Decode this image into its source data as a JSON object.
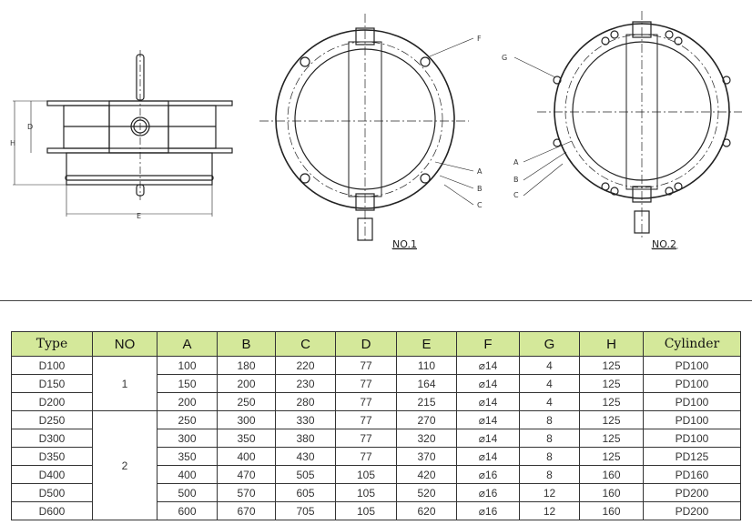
{
  "drawing": {
    "side_labels": {
      "d": "D",
      "h": "H",
      "e": "E"
    },
    "no1": {
      "title": "NO.1",
      "f": "F",
      "a": "A",
      "b": "B",
      "c": "C"
    },
    "no2": {
      "title": "NO.2",
      "g": "G",
      "a": "A",
      "b": "B",
      "c": "C"
    }
  },
  "table": {
    "headers": [
      "Type",
      "NO",
      "A",
      "B",
      "C",
      "D",
      "E",
      "F",
      "G",
      "H",
      "Cylinder"
    ],
    "groups": [
      {
        "no": "1",
        "rows": 3
      },
      {
        "no": "2",
        "rows": 6
      }
    ],
    "rows": [
      [
        "D100",
        "100",
        "180",
        "220",
        "77",
        "110",
        "⌀14",
        "4",
        "125",
        "PD100"
      ],
      [
        "D150",
        "150",
        "200",
        "230",
        "77",
        "164",
        "⌀14",
        "4",
        "125",
        "PD100"
      ],
      [
        "D200",
        "200",
        "250",
        "280",
        "77",
        "215",
        "⌀14",
        "4",
        "125",
        "PD100"
      ],
      [
        "D250",
        "250",
        "300",
        "330",
        "77",
        "270",
        "⌀14",
        "8",
        "125",
        "PD100"
      ],
      [
        "D300",
        "300",
        "350",
        "380",
        "77",
        "320",
        "⌀14",
        "8",
        "125",
        "PD100"
      ],
      [
        "D350",
        "350",
        "400",
        "430",
        "77",
        "370",
        "⌀14",
        "8",
        "125",
        "PD125"
      ],
      [
        "D400",
        "400",
        "470",
        "505",
        "105",
        "420",
        "⌀16",
        "8",
        "160",
        "PD160"
      ],
      [
        "D500",
        "500",
        "570",
        "605",
        "105",
        "520",
        "⌀16",
        "12",
        "160",
        "PD200"
      ],
      [
        "D600",
        "600",
        "670",
        "705",
        "105",
        "620",
        "⌀16",
        "12",
        "160",
        "PD200"
      ]
    ]
  }
}
